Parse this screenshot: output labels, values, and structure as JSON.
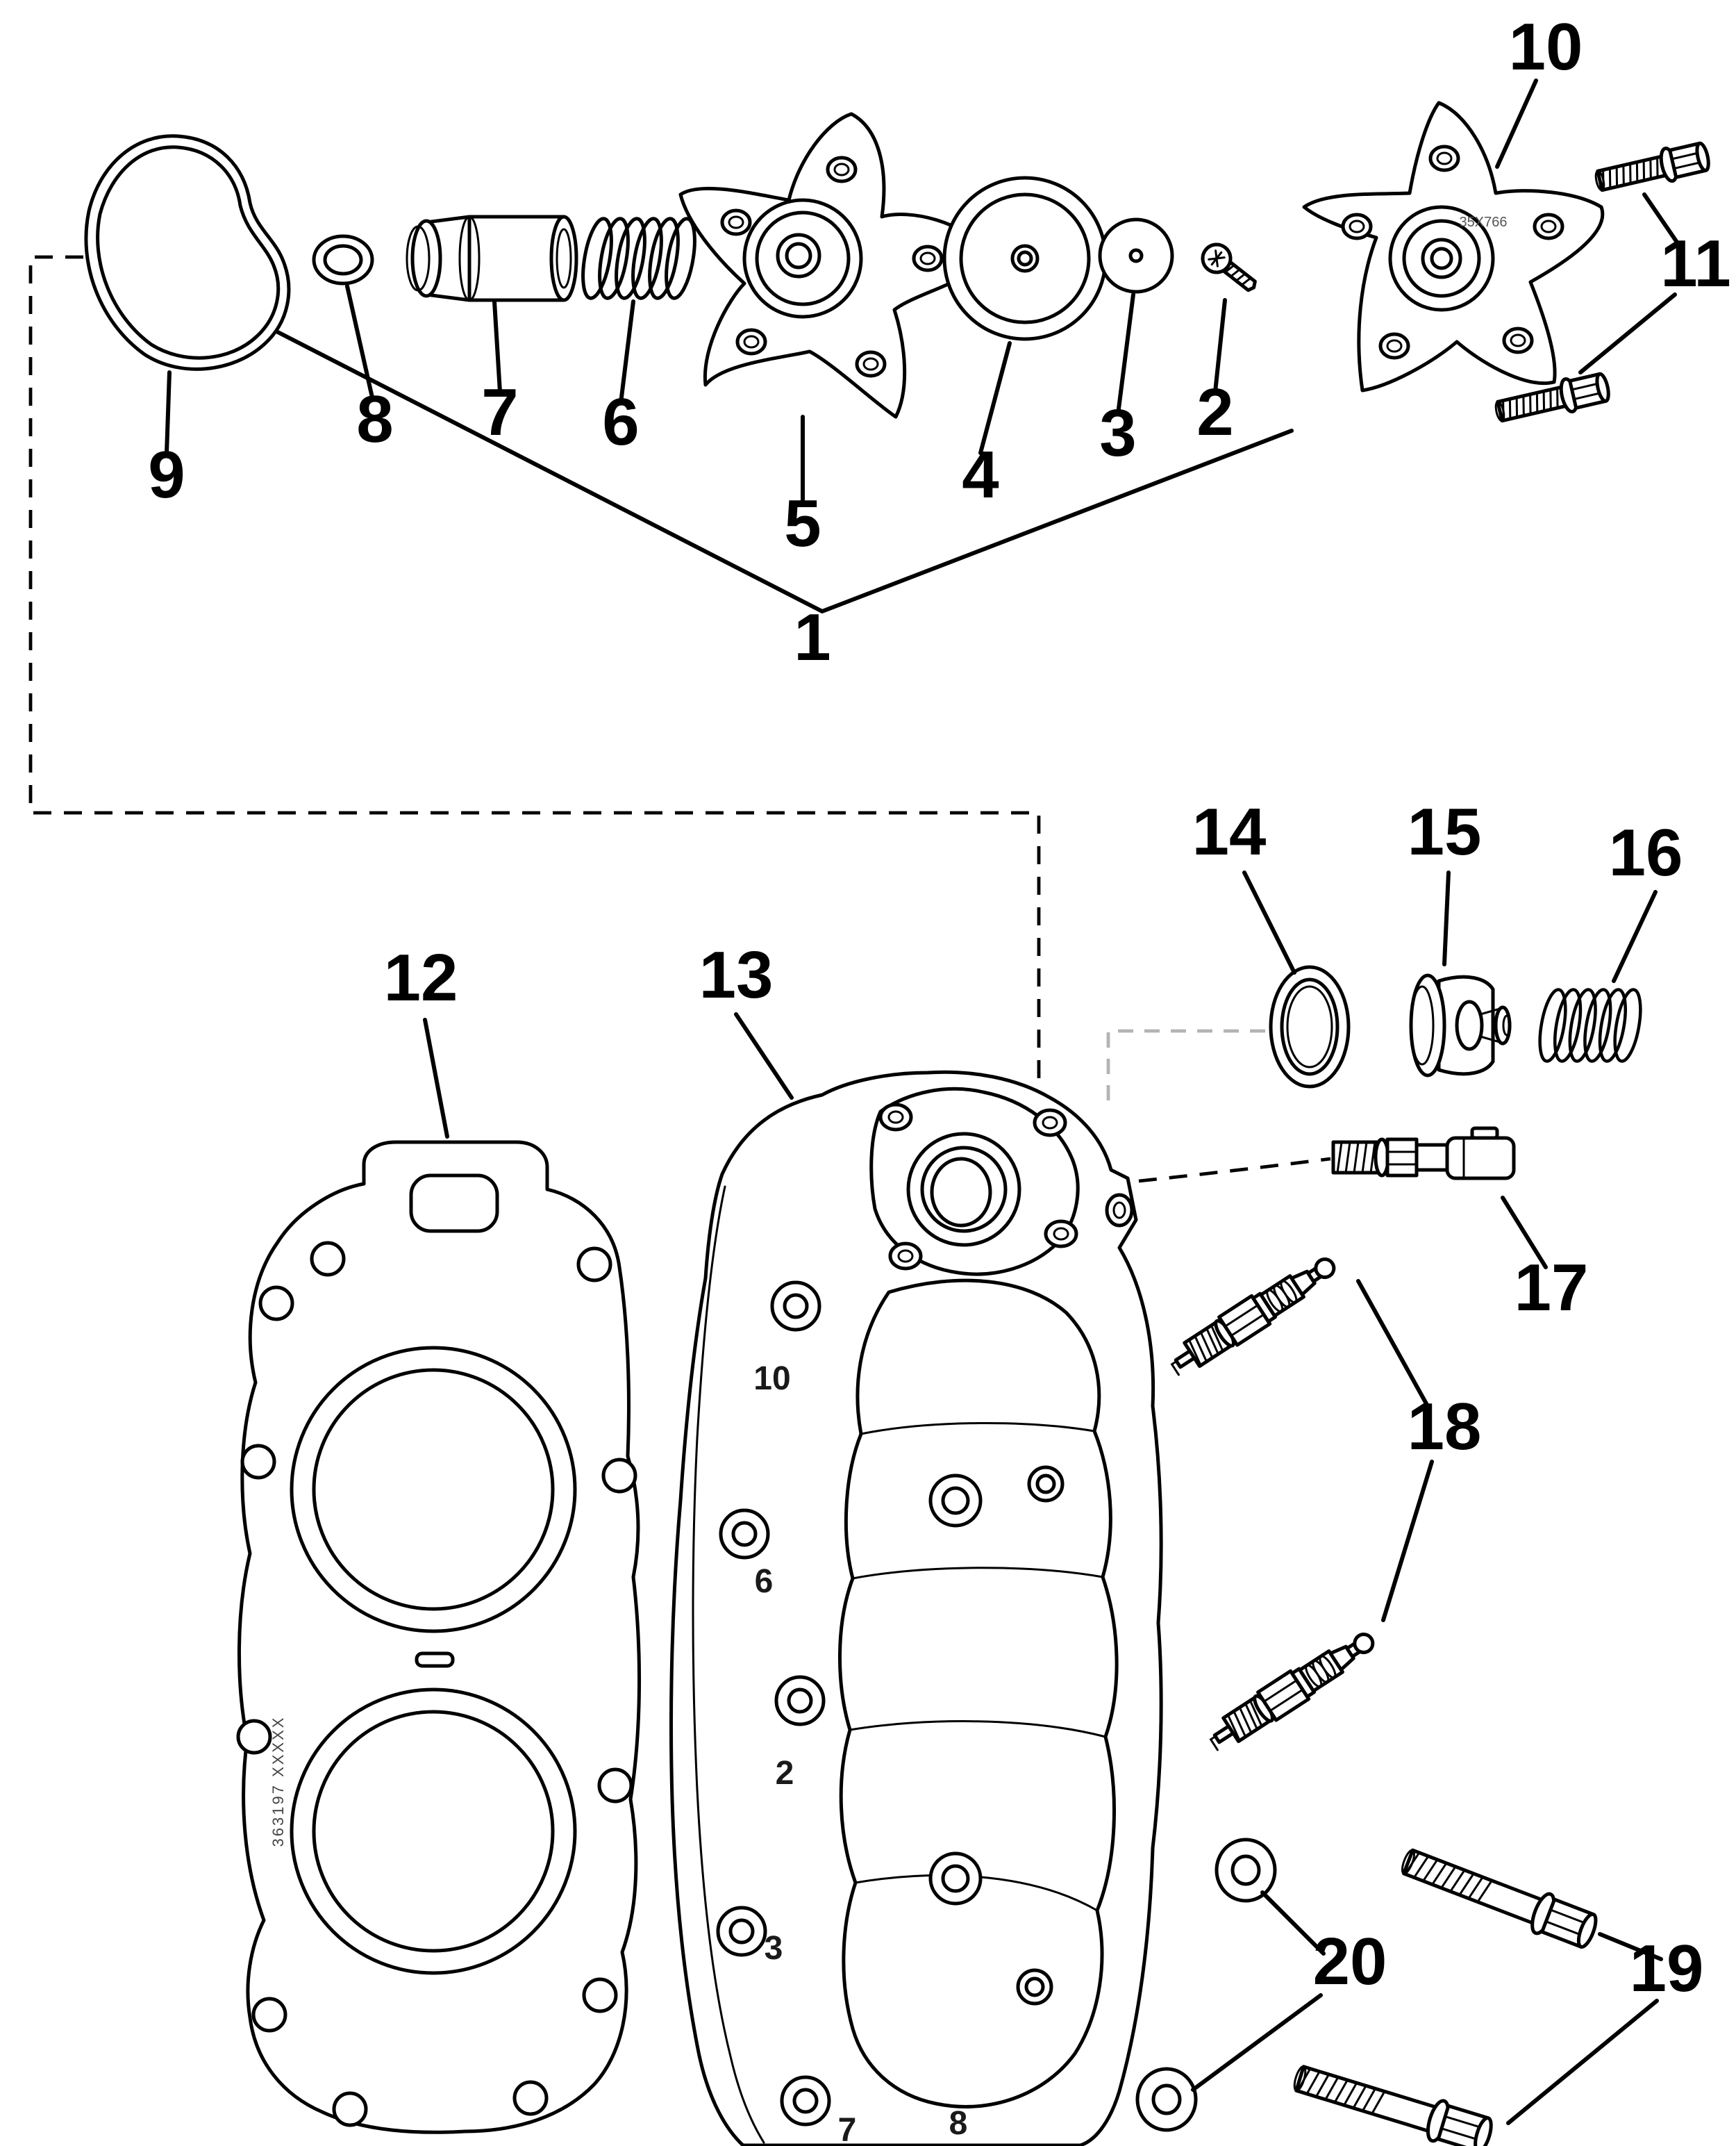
{
  "diagram": {
    "background": "#ffffff",
    "line_color": "#000000",
    "dash_color": "#b3b3b3",
    "callouts": [
      {
        "label": "1"
      },
      {
        "label": "2"
      },
      {
        "label": "3"
      },
      {
        "label": "4"
      },
      {
        "label": "5"
      },
      {
        "label": "6"
      },
      {
        "label": "7"
      },
      {
        "label": "8"
      },
      {
        "label": "9"
      },
      {
        "label": "10"
      },
      {
        "label": "11"
      },
      {
        "label": "12"
      },
      {
        "label": "13"
      },
      {
        "label": "14"
      },
      {
        "label": "15"
      },
      {
        "label": "16"
      },
      {
        "label": "17"
      },
      {
        "label": "18"
      },
      {
        "label": "19"
      },
      {
        "label": "20"
      }
    ],
    "casting_marks": {
      "cover": "35X766",
      "gasket": "363197 XXXXX",
      "head": [
        "10",
        "6",
        "2",
        "3",
        "7",
        "8"
      ]
    }
  }
}
